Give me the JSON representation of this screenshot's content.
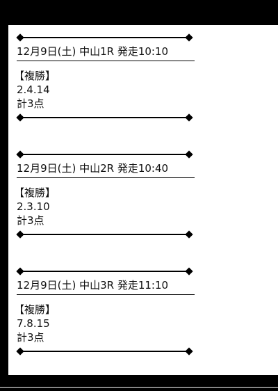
{
  "races": [
    {
      "header": "12月9日(土) 中山1R 発走10:10",
      "bet_type": "【複勝】",
      "numbers": "2.4.14",
      "total": "計3点"
    },
    {
      "header": "12月9日(土) 中山2R 発走10:40",
      "bet_type": "【複勝】",
      "numbers": "2.3.10",
      "total": "計3点"
    },
    {
      "header": "12月9日(土) 中山3R 発走11:10",
      "bet_type": "【複勝】",
      "numbers": "7.8.15",
      "total": "計3点"
    }
  ],
  "colors": {
    "background": "#000000",
    "panel": "#ffffff",
    "text": "#111111"
  }
}
